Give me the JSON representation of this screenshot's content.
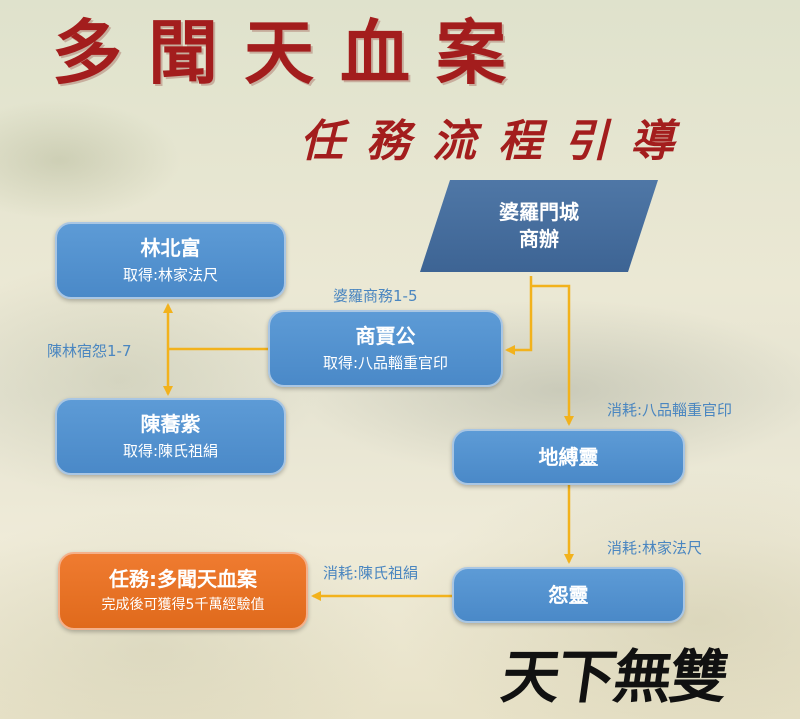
{
  "title": "多聞天血案",
  "subtitle": "任務流程引導",
  "nodes": {
    "start": {
      "line1": "婆羅門城",
      "line2": "商辦"
    },
    "lin_beifu": {
      "main": "林北富",
      "sub": "取得:林家法尺"
    },
    "merchant": {
      "main": "商賈公",
      "sub": "取得:八品輜重官印"
    },
    "chen": {
      "main": "陳蕎紫",
      "sub": "取得:陳氏祖絹"
    },
    "earth_spirit": {
      "main": "地縛靈"
    },
    "vengeful_spirit": {
      "main": "怨靈"
    },
    "quest": {
      "main": "任務:多聞天血案",
      "sub": "完成後可獲得5千萬經驗值"
    }
  },
  "edges": {
    "start_to_merchant": "婆羅商務1-5",
    "merchant_to_lin_chen": "陳林宿怨1-7",
    "start_to_earth": "消耗:八品輜重官印",
    "earth_to_vengeful": "消耗:林家法尺",
    "vengeful_to_quest": "消耗:陳氏祖絹"
  },
  "logo_text": "天下無雙",
  "colors": {
    "title_red": "#a31d1d",
    "node_blue": "#4a89c8",
    "start_navy": "#3d6494",
    "quest_orange": "#e06a1c",
    "arrow_yellow": "#f2b21c",
    "label_blue": "#4a86c0"
  }
}
